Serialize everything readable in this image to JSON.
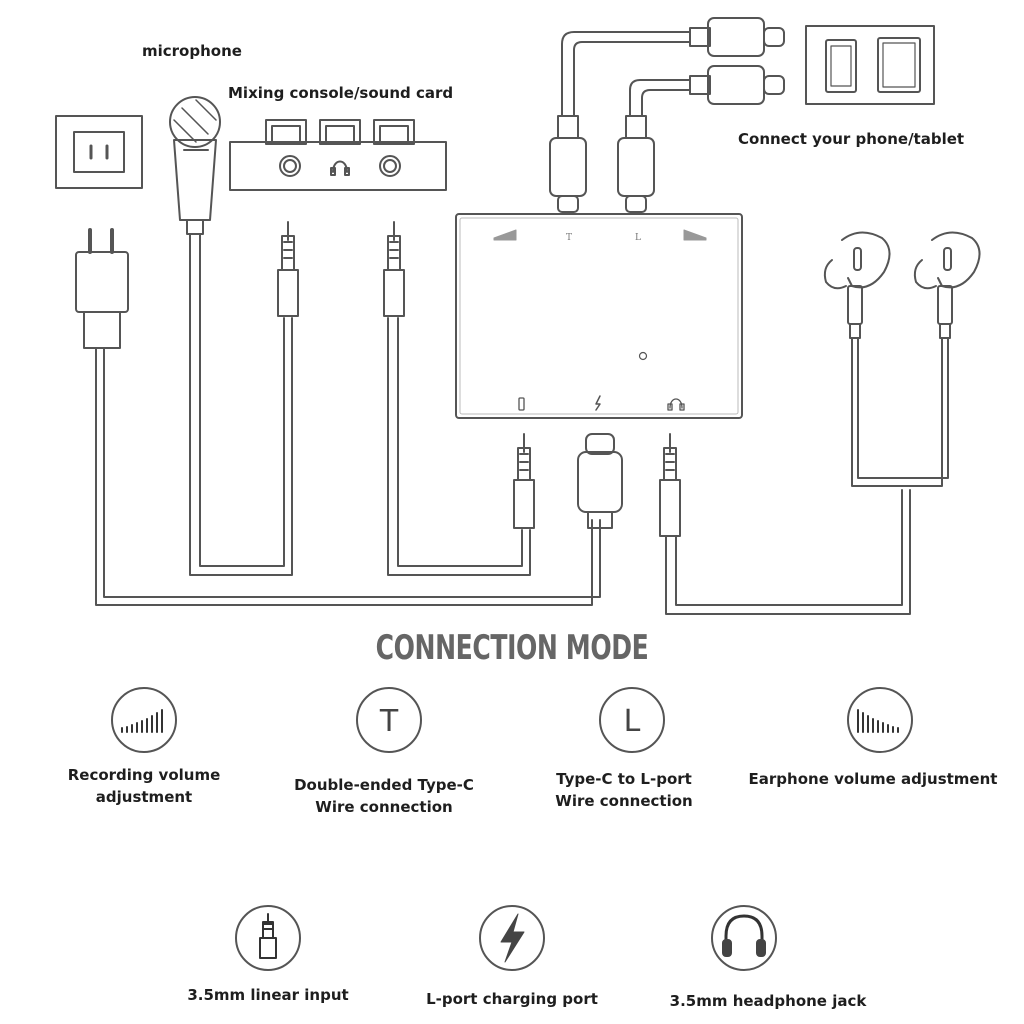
{
  "labels": {
    "microphone": "microphone",
    "mixing_console": "Mixing console/sound card",
    "connect_phone": "Connect your phone/tablet"
  },
  "device": {
    "top_labels": [
      "T",
      "L"
    ]
  },
  "section_title": "CONNECTION MODE",
  "features": [
    {
      "icon": "bars-rising-icon",
      "line1": "Recording volume",
      "line2": "adjustment"
    },
    {
      "icon": "letter-t-icon",
      "glyph": "T",
      "line1": "Double-ended Type-C",
      "line2": "Wire connection"
    },
    {
      "icon": "letter-l-icon",
      "glyph": "L",
      "line1": "Type-C to  L-port",
      "line2": "Wire connection"
    },
    {
      "icon": "bars-falling-icon",
      "line1": "Earphone volume adjustment",
      "line2": ""
    },
    {
      "icon": "audio-jack-icon",
      "line1": "3.5mm linear input",
      "line2": ""
    },
    {
      "icon": "lightning-icon",
      "line1": "L-port  charging port",
      "line2": ""
    },
    {
      "icon": "headphone-icon",
      "line1": "3.5mm headphone jack",
      "line2": ""
    }
  ]
}
